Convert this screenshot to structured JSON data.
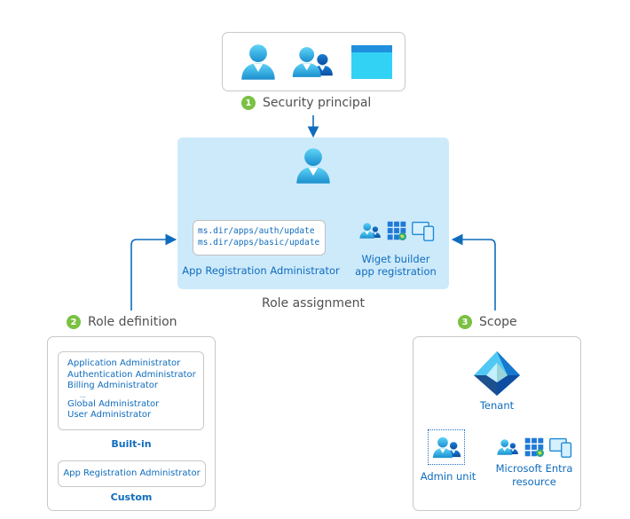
{
  "security_principal": {
    "step": "1",
    "label": "Security principal",
    "icons": [
      "user-icon",
      "group-icon",
      "app-window-icon"
    ]
  },
  "role_assignment": {
    "label": "Role assignment",
    "permissions": [
      "ms.dir/apps/auth/update",
      "ms.dir/apps/basic/update"
    ],
    "role_name": "App Registration Administrator",
    "resource_line1": "Wiget builder",
    "resource_line2": "app registration"
  },
  "role_definition": {
    "step": "2",
    "label": "Role definition",
    "builtin_roles": [
      "Application Administrator",
      "Authentication Administrator",
      "Billing Administrator",
      "...",
      "Global Administrator",
      "User Administrator"
    ],
    "builtin_label": "Built-in",
    "custom_roles": [
      "App Registration Administrator"
    ],
    "custom_label": "Custom"
  },
  "scope": {
    "step": "3",
    "label": "Scope",
    "tenant_label": "Tenant",
    "admin_unit_label": "Admin unit",
    "resource_line1": "Microsoft Entra",
    "resource_line2": "resource"
  },
  "colors": {
    "accent": "#0f6cbd",
    "badge": "#7ac143",
    "assignment_bg": "#cdeafb",
    "user_light": "#50c8f0",
    "user_dark": "#1a8fd0"
  }
}
